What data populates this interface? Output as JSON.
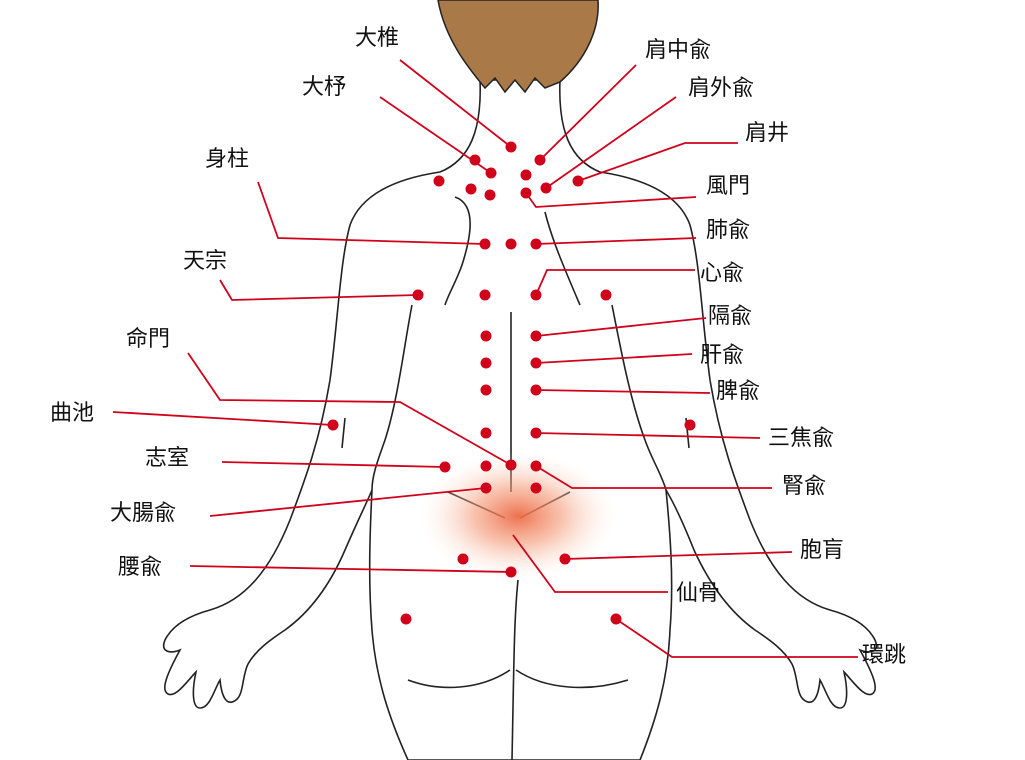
{
  "colors": {
    "skin": "#fde9dc",
    "hair": "#a97a48",
    "outline": "#222222",
    "point": "#d0021b",
    "leader": "#d0021b",
    "glow": "#f07a55"
  },
  "points": [
    {
      "label": "大椎"
    },
    {
      "label": "大杼"
    },
    {
      "label": "身柱"
    },
    {
      "label": "天宗"
    },
    {
      "label": "命門"
    },
    {
      "label": "曲池"
    },
    {
      "label": "志室"
    },
    {
      "label": "大腸兪"
    },
    {
      "label": "腰兪"
    },
    {
      "label": "肩中兪"
    },
    {
      "label": "肩外兪"
    },
    {
      "label": "肩井"
    },
    {
      "label": "風門"
    },
    {
      "label": "肺兪"
    },
    {
      "label": "心兪"
    },
    {
      "label": "隔兪"
    },
    {
      "label": "肝兪"
    },
    {
      "label": "脾兪"
    },
    {
      "label": "三焦兪"
    },
    {
      "label": "腎兪"
    },
    {
      "label": "胞肓"
    },
    {
      "label": "仙骨"
    },
    {
      "label": "環跳"
    }
  ]
}
